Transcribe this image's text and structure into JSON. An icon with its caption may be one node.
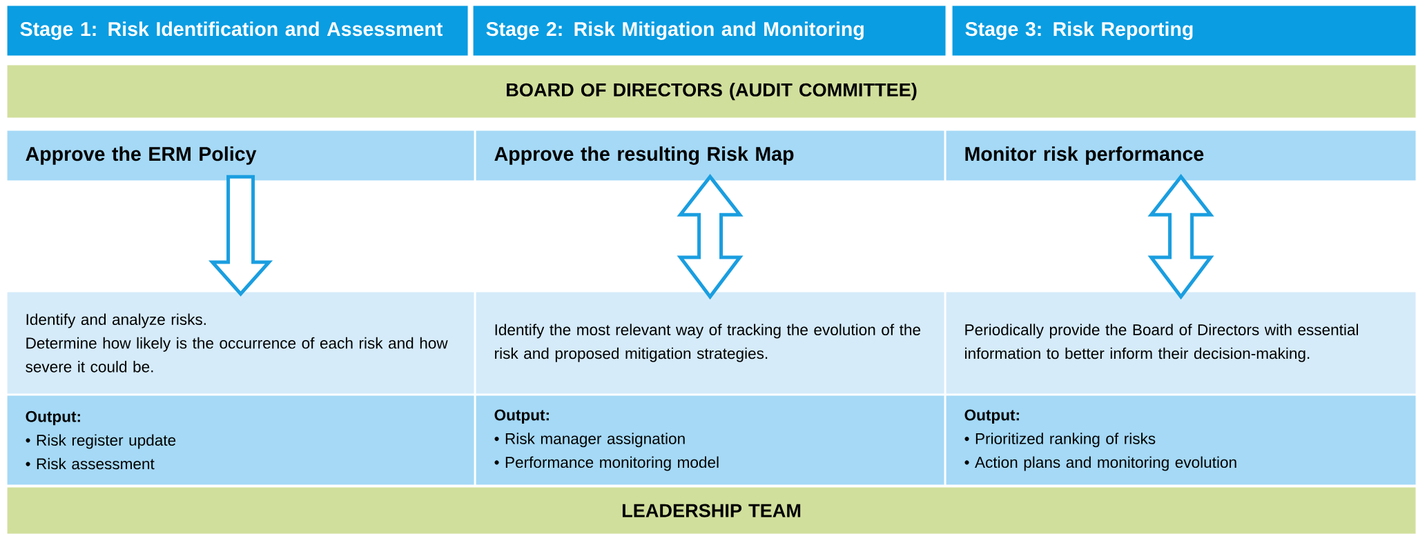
{
  "diagram": {
    "nodes": [
      {
        "text": [
          "Stage 1: Risk Identification and Assessment"
        ]
      },
      {
        "text": [
          "Stage 2: Risk Mitigation and Monitoring"
        ]
      },
      {
        "text": [
          "Stage 3: Risk Reporting"
        ]
      },
      {
        "text": [
          "BOARD OF DIRECTORS (AUDIT COMMITTEE)"
        ]
      },
      {
        "text": [
          "Approve the ERM Policy"
        ]
      },
      {
        "text": [
          "Approve the resulting Risk Map"
        ]
      },
      {
        "text": [
          "Monitor risk performance"
        ]
      },
      {
        "text": [
          "Identify and analyze risks.",
          "Determine how likely is the occurrence of each risk and how severe it could be."
        ]
      },
      {
        "text": [
          "Identify the most relevant way of tracking the evolution of the risk and proposed mitigation strategies."
        ]
      },
      {
        "text": [
          "Periodically provide the Board of Directors with essential information to better inform their decision-making."
        ]
      },
      {
        "text": [
          "Output:",
          "• Risk register update",
          "• Risk assessment"
        ]
      },
      {
        "text": [
          "Output:",
          "• Risk manager assignation",
          "• Performance monitoring model"
        ]
      },
      {
        "text": [
          "Output:",
          "• Prioritized ranking of risks",
          "• Action plans and monitoring evolution"
        ]
      },
      {
        "text": [
          "LEADERSHIP TEAM"
        ]
      }
    ],
    "edges": [
      {
        "from": 4,
        "to": 7,
        "arrow": "to"
      },
      {
        "from": 5,
        "to": 8,
        "arrow": "both"
      },
      {
        "from": 6,
        "to": 9,
        "arrow": "both"
      }
    ]
  }
}
